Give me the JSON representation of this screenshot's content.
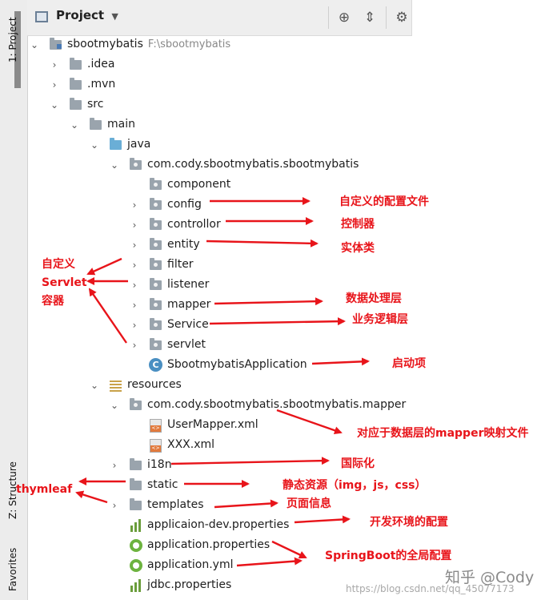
{
  "sidebar": {
    "tab_project": "1: Project",
    "tab_structure": "Z: Structure",
    "tab_favorites": "Favorites"
  },
  "toolbar": {
    "title": "Project",
    "dropdown_icon": "chevron-down-icon",
    "icons": [
      "target-icon",
      "collapse-icon",
      "gear-icon"
    ]
  },
  "tree": {
    "root": {
      "name": "sbootmybatis",
      "path": "F:\\sbootmybatis"
    },
    "items": [
      ".idea",
      ".mvn",
      "src",
      "main",
      "java",
      "com.cody.sbootmybatis.sbootmybatis",
      "component",
      "config",
      "controllor",
      "entity",
      "filter",
      "listener",
      "mapper",
      "Service",
      "servlet",
      "SbootmybatisApplication",
      "resources",
      "com.cody.sbootmybatis.sbootmybatis.mapper",
      "UserMapper.xml",
      "XXX.xml",
      "i18n",
      "static",
      "templates",
      "applicaion-dev.properties",
      "application.properties",
      "application.yml",
      "jdbc.properties"
    ]
  },
  "annotations": {
    "config": "自定义的配置文件",
    "controllor": "控制器",
    "entity": "实体类",
    "servlet_group": [
      "自定义",
      "Servlet",
      "容器"
    ],
    "mapper": "数据处理层",
    "service": "业务逻辑层",
    "application": "启动项",
    "mapper_xml": "对应于数据层的mapper映射文件",
    "i18n": "国际化",
    "thymeleaf": "thymleaf",
    "static": "静态资源（img，js，css）",
    "templates": "页面信息",
    "dev_properties": "开发环境的配置",
    "springboot": "SpringBoot的全局配置"
  },
  "watermark": {
    "zhihu": "知乎 @Cody",
    "url": "https://blog.csdn.net/qq_45077173"
  },
  "colors": {
    "annotation": "#e8141a",
    "sidebar_bg": "#ececec",
    "toolbar_bg": "#eeeeee"
  }
}
